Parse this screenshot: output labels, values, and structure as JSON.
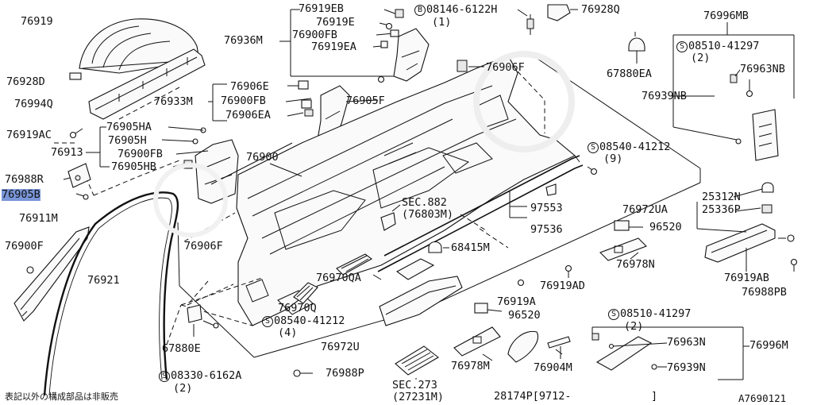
{
  "diagram": {
    "footer_left_note": "表記以外の構成部品は非販売",
    "footer_code": "A7690121",
    "labels": {
      "p76919": "76919",
      "p76928D": "76928D",
      "p76994Q": "76994Q",
      "p76919AC": "76919AC",
      "p76913": "76913",
      "p76988R": "76988R",
      "p76905B": "76905B",
      "p76911M": "76911M",
      "p76900F": "76900F",
      "p76921": "76921",
      "p76919EB": "76919EB",
      "p76919E": "76919E",
      "p76936M": "76936M",
      "p76900FB_top": "76900FB",
      "p76919EA": "76919EA",
      "p08146": "08146-6122H",
      "p08146_qty": "(1)",
      "p08146_sym": "B",
      "p76928Q": "76928Q",
      "p76996MB": "76996MB",
      "p08510_top": "08510-41297",
      "p08510_top_qty": "(2)",
      "p08510_top_sym": "S",
      "p76963NB": "76963NB",
      "p67880EA": "67880EA",
      "p76939NB": "76939NB",
      "p76906F_top": "76906F",
      "p76906E": "76906E",
      "p76933M": "76933M",
      "p76900FB_mid": "76900FB",
      "p76906EA": "76906EA",
      "p76905F": "76905F",
      "p76905HA": "76905HA",
      "p76905H": "76905H",
      "p76900FB_low": "76900FB",
      "p76905HB": "76905HB",
      "p76900": "76900",
      "p08540_right": "08540-41212",
      "p08540_right_qty": "(9)",
      "p08540_right_sym": "S",
      "pSEC882": "SEC.882",
      "p76803M": "(76803M)",
      "p97553": "97553",
      "p97536": "97536",
      "p25312N": "25312N",
      "p76972UA": "76972UA",
      "p25336P": "25336P",
      "p96520_right": "96520",
      "p76906F_low": "76906F",
      "p68415M": "68415M",
      "p76978N_right": "76978N",
      "p76970QA": "76970QA",
      "p76919AD": "76919AD",
      "p76919AB": "76919AB",
      "p76988PB": "76988PB",
      "p76970Q": "76970Q",
      "p76919A": "76919A",
      "p08540_mid": "08540-41212",
      "p08540_mid_qty": "(4)",
      "p08540_mid_sym": "S",
      "p96520_low": "96520",
      "p08510_low": "08510-41297",
      "p08510_low_qty": "(2)",
      "p08510_low_sym": "S",
      "p76972U": "76972U",
      "p76963N": "76963N",
      "p76996M": "76996M",
      "p67880E": "67880E",
      "p76978M": "76978M",
      "p76904M": "76904M",
      "p76939N": "76939N",
      "p08330": "08330-6162A",
      "p08330_qty": "(2)",
      "p08330_sym": "S",
      "p76988P": "76988P",
      "pSEC273": "SEC.273",
      "p27231M": "(27231M)",
      "p28174P": "28174P[9712-",
      "p28174P_end": "]"
    }
  }
}
